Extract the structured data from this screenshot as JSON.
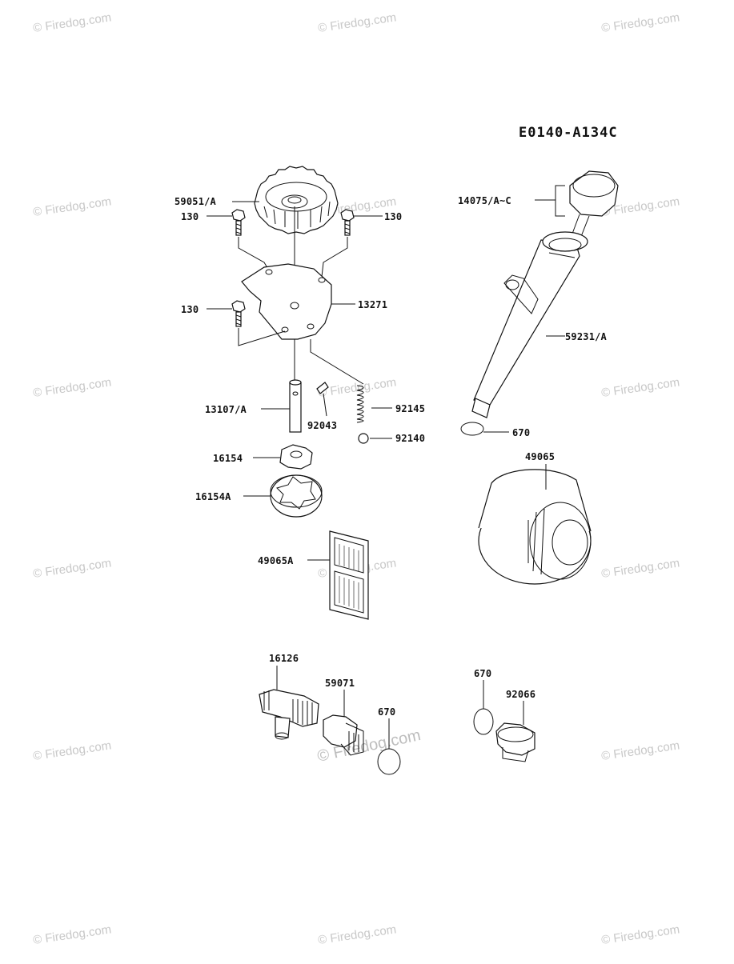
{
  "diagram_code": "E0140-A134C",
  "watermark": "© Firedog.com",
  "labels": {
    "p59051": "59051/A",
    "p130a": "130",
    "p130b": "130",
    "p130c": "130",
    "p13271": "13271",
    "p13107": "13107/A",
    "p92043": "92043",
    "p92145": "92145",
    "p92140": "92140",
    "p16154": "16154",
    "p16154a": "16154A",
    "p49065a": "49065A",
    "p14075": "14075/A~C",
    "p59231": "59231/A",
    "p670a": "670",
    "p49065": "49065",
    "p16126": "16126",
    "p59071": "59071",
    "p670b": "670",
    "p670c": "670",
    "p92066": "92066"
  }
}
